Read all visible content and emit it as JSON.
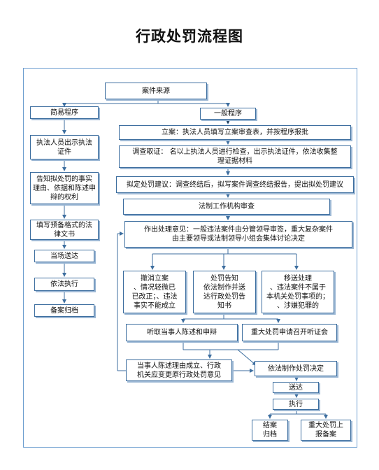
{
  "title": "行政处罚流程图",
  "nodes": {
    "case_source": "案件来源",
    "simple_procedure": "简易程序",
    "general_procedure": "一般程序",
    "register_case": "立案：执法人员填写立案审查表，并按程序报批",
    "investigation": [
      "调查取证： 名以上执法人员进行检查，出示执法证件，依法收集整",
      "理证据材料"
    ],
    "proposal": "拟定处罚建议：调查终结后，拟写案件调查终结报告，提出拟处罚建议",
    "legal_review": "法制工作机构审查",
    "decision_opinion": [
      "作出处理意见：一般违法案件由分管领导审签，重大复杂案件",
      "由主要领导或法制领导小组会集体讨论决定"
    ],
    "revoke_case": [
      "撤消立案",
      "、情况轻微已",
      "已改正；、违法",
      "事实不能成立"
    ],
    "penalty_notice": [
      "处罚告知",
      "依法制作并送",
      "达行政处罚告",
      "知书"
    ],
    "transfer": [
      "移送处理",
      "、违法案件不属于",
      "本机关处罚事项的；",
      "、涉嫌犯罪的"
    ],
    "hear_statement": "听取当事人陈述和申辩",
    "hearing": "重大处罚申请召开听证会",
    "change_opinion": [
      "当事人陈述理由成立、行政",
      "机关应变更原行政处罚意见"
    ],
    "make_decision": "依法制作处罚决定",
    "deliver": "送达",
    "execute_general": "执行",
    "archive_general": [
      "结案",
      "归档"
    ],
    "report_major": [
      "重大处罚上",
      "报备案"
    ],
    "show_credentials": [
      "执法人员出示执法",
      "证件"
    ],
    "inform_rights": [
      "告知拟处罚的事实",
      "理由、依据和陈述申",
      "辩的权利"
    ],
    "fill_document": [
      "填写预备格式的法",
      "律文书"
    ],
    "deliver_on_spot": "当场送达",
    "execute_by_law": "依法执行",
    "file_record": "备案归档"
  }
}
